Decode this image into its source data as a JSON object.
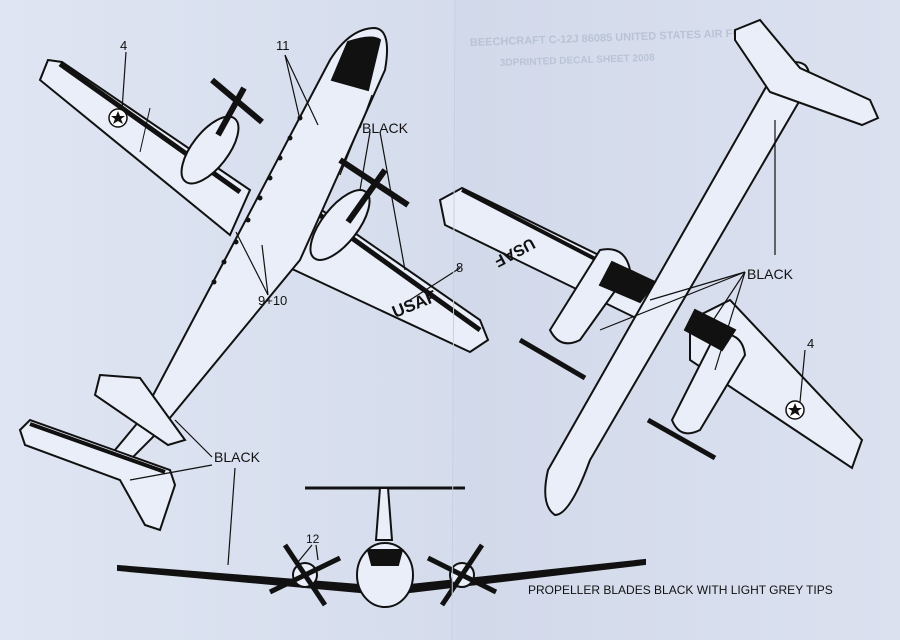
{
  "labels": {
    "ref_4": "4",
    "ref_11": "11",
    "black": "BLACK",
    "ref_8": "8",
    "usaf": "USAF",
    "ref_9_10": "9+10",
    "ref_12": "12",
    "propeller_note": "PROPELLER BLADES BLACK WITH LIGHT GREY TIPS"
  },
  "ghost_text": {
    "line1": "BEECHCRAFT C-12J 86085 UNITED STATES AIR FORCE",
    "line2": "3DPRINTED DECAL SHEET 2008"
  },
  "colors": {
    "paper": "#dbe1ef",
    "ink": "#111111",
    "ghost": "#b9c3d6"
  }
}
